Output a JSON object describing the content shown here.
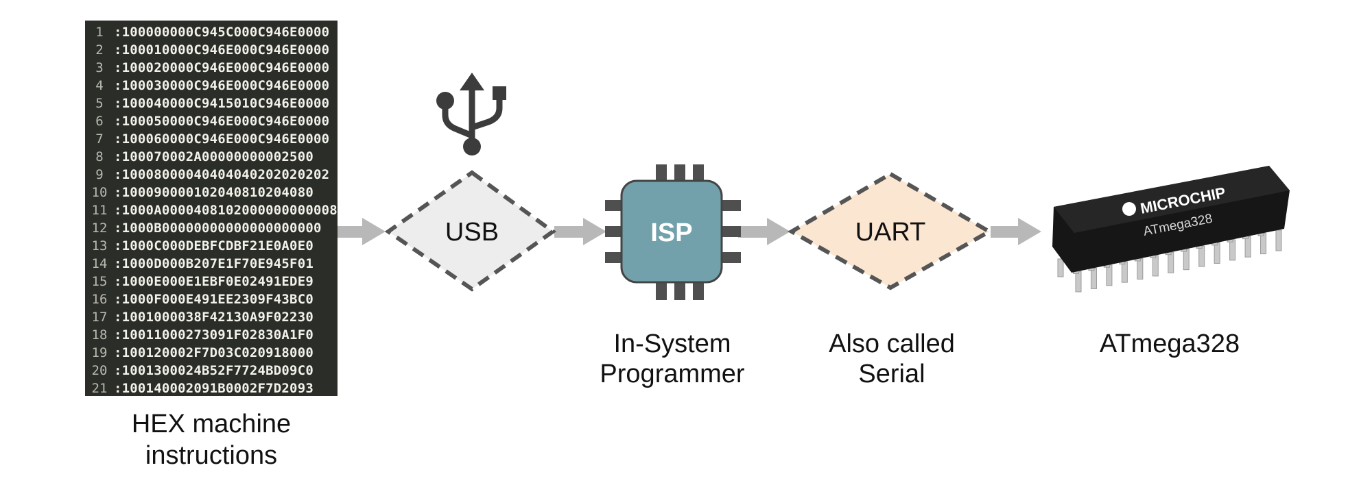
{
  "hex_file": {
    "lines": [
      {
        "n": "1",
        "code": ":100000000C945C000C946E0000"
      },
      {
        "n": "2",
        "code": ":100010000C946E000C946E0000"
      },
      {
        "n": "3",
        "code": ":100020000C946E000C946E0000"
      },
      {
        "n": "4",
        "code": ":100030000C946E000C946E0000"
      },
      {
        "n": "5",
        "code": ":100040000C9415010C946E0000"
      },
      {
        "n": "6",
        "code": ":100050000C946E000C946E0000"
      },
      {
        "n": "7",
        "code": ":100060000C946E000C946E0000"
      },
      {
        "n": "8",
        "code": ":100070002A00000000002500"
      },
      {
        "n": "9",
        "code": ":10008000040404040202020202"
      },
      {
        "n": "10",
        "code": ":100090000102040810204080"
      },
      {
        "n": "11",
        "code": ":1000A0000408102000000000008"
      },
      {
        "n": "12",
        "code": ":1000B00000000000000000000"
      },
      {
        "n": "13",
        "code": ":1000C000DEBFCDBF21E0A0E0"
      },
      {
        "n": "14",
        "code": ":1000D000B207E1F70E945F01"
      },
      {
        "n": "15",
        "code": ":1000E000E1EBF0E02491EDE9"
      },
      {
        "n": "16",
        "code": ":1000F000E491EE2309F43BC0"
      },
      {
        "n": "17",
        "code": ":1001000038F42130A9F02230"
      },
      {
        "n": "18",
        "code": ":10011000273091F02830A1F0"
      },
      {
        "n": "19",
        "code": ":100120002F7D03C020918000"
      },
      {
        "n": "20",
        "code": ":1001300024B52F7724BD09C0"
      },
      {
        "n": "21",
        "code": ":100140002091B0002F7D2093"
      }
    ],
    "caption_line1": "HEX machine",
    "caption_line2": "instructions"
  },
  "nodes": {
    "usb": {
      "label": "USB",
      "fill": "#ededed"
    },
    "isp": {
      "label": "ISP",
      "fill": "#72a1ab",
      "caption_line1": "In-System",
      "caption_line2": "Programmer"
    },
    "uart": {
      "label": "UART",
      "fill": "#fbe6d2",
      "caption_line1": "Also called",
      "caption_line2": "Serial"
    },
    "chip": {
      "brand": "MICROCHIP",
      "model": "ATmega328",
      "caption": "ATmega328"
    }
  },
  "colors": {
    "arrow": "#b8b8b8",
    "dash": "#555555",
    "usb_icon": "#3c3c3c"
  }
}
